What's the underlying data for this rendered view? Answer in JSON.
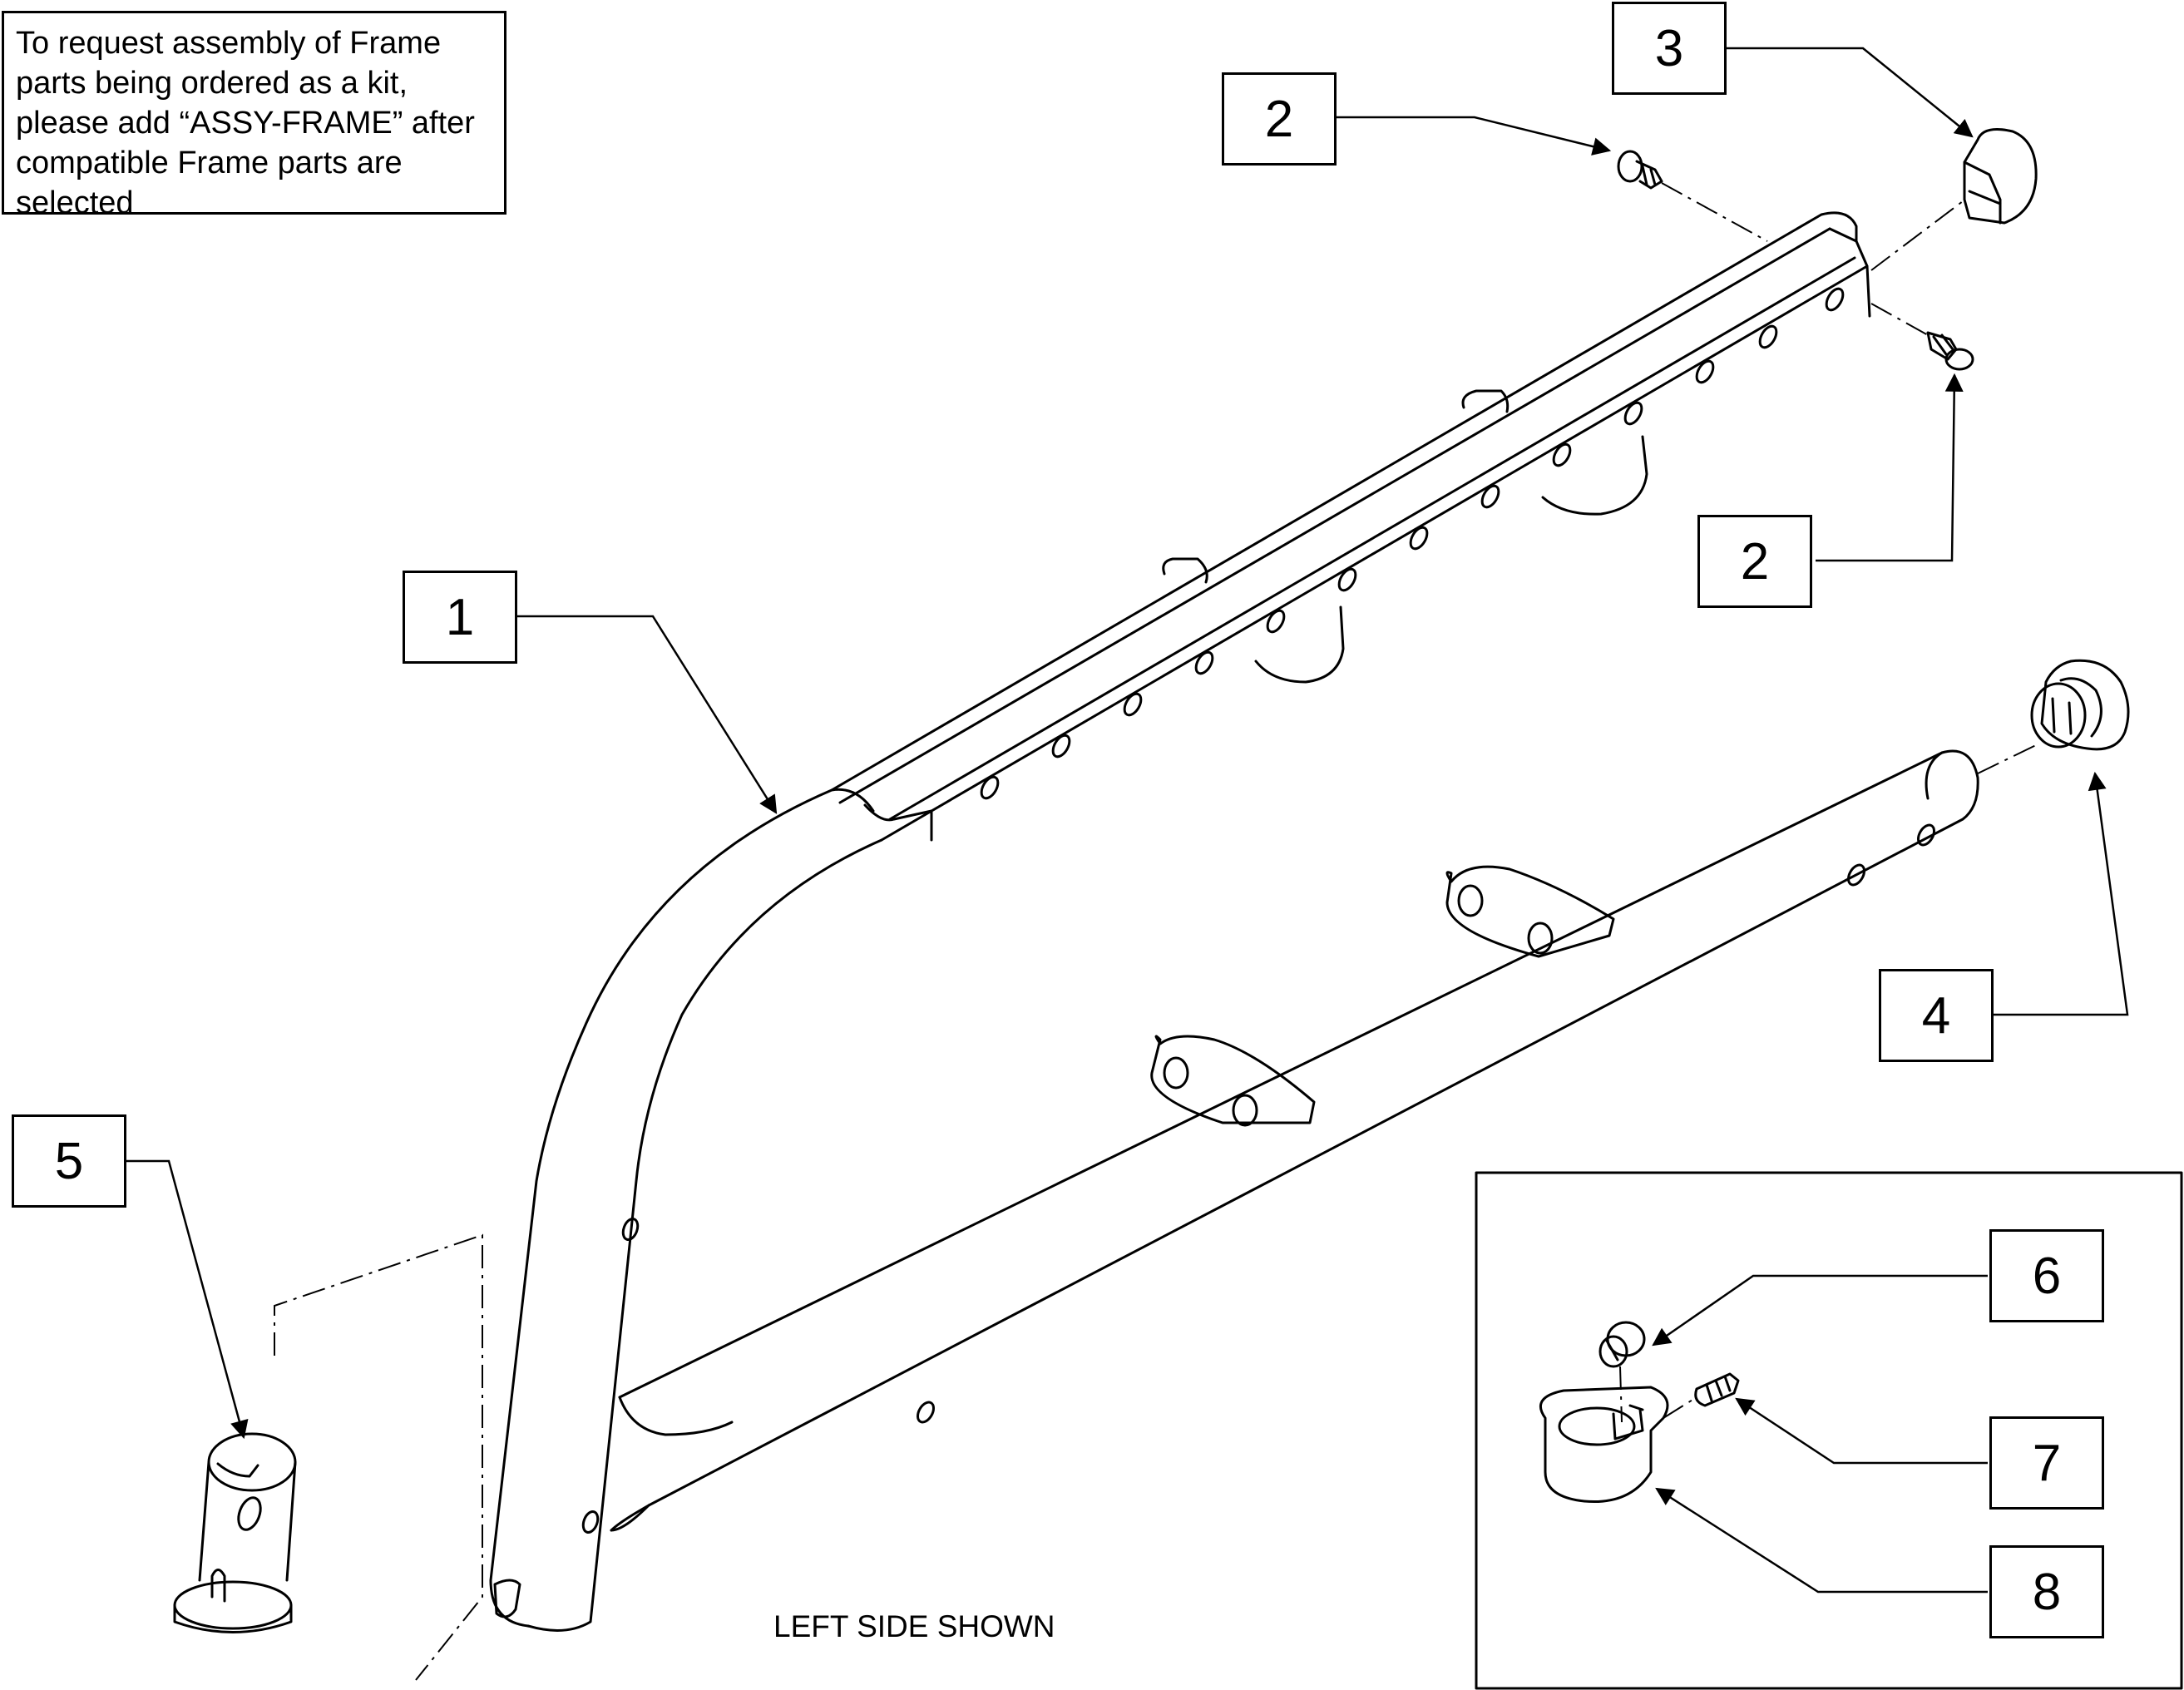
{
  "note": {
    "lines": [
      "To request assembly of Frame",
      "parts being ordered as a kit,",
      "please add “ASSY-FRAME” after",
      "compatible Frame parts are",
      "selected"
    ]
  },
  "caption": "LEFT SIDE SHOWN",
  "callouts": [
    {
      "id": "c1",
      "label": "1"
    },
    {
      "id": "c2a",
      "label": "2"
    },
    {
      "id": "c2b",
      "label": "2"
    },
    {
      "id": "c3",
      "label": "3"
    },
    {
      "id": "c4",
      "label": "4"
    },
    {
      "id": "c5",
      "label": "5"
    },
    {
      "id": "c6",
      "label": "6"
    },
    {
      "id": "c7",
      "label": "7"
    },
    {
      "id": "c8",
      "label": "8"
    }
  ],
  "colors": {
    "ink": "#000000",
    "paper": "#ffffff"
  }
}
